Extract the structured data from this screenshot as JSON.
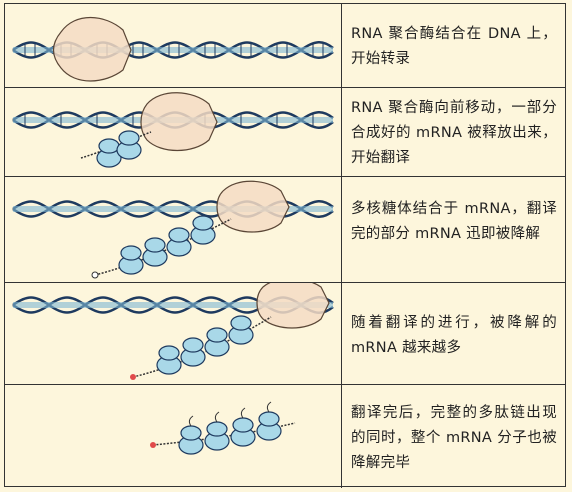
{
  "stages": [
    {
      "description": "RNA 聚合酶结合在 DNA 上，开始转录"
    },
    {
      "description": "RNA 聚合酶向前移动，一部分合成好的 mRNA 被释放出来，开始翻译"
    },
    {
      "description": "多核糖体结合于 mRNA，翻译完的部分 mRNA 迅即被降解"
    },
    {
      "description": "随着翻译的进行，被降解的 mRNA 越来越多"
    },
    {
      "description": "翻译完后，完整的多肽链出现的同时，整个 mRNA 分子也被降解完毕"
    }
  ],
  "colors": {
    "background": "#fdf6dc",
    "dna_strand": "#1e3a5f",
    "dna_fill": "#7fb8d4",
    "polymerase": "#f4dcc4",
    "ribosome": "#a9d8e8",
    "degraded_end": "#e04a4a"
  }
}
